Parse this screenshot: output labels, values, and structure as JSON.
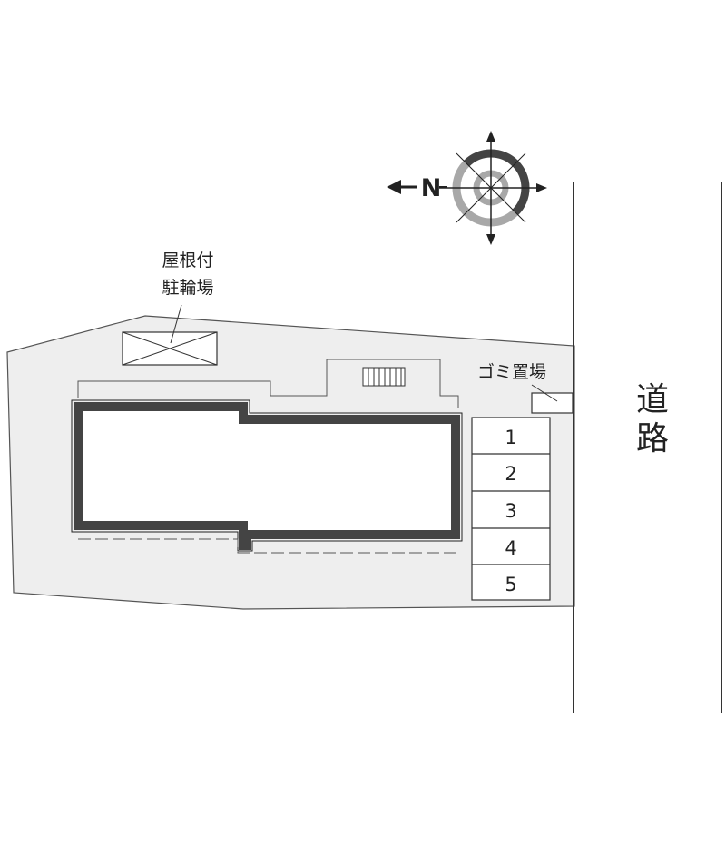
{
  "labels": {
    "roofed_bicycle_parking_line1": "屋根付",
    "roofed_bicycle_parking_line2": "駐輪場",
    "garbage_area": "ゴミ置場",
    "road_char1": "道",
    "road_char2": "路",
    "north_mark": "N"
  },
  "parking_spaces": [
    "1",
    "2",
    "3",
    "4",
    "5"
  ],
  "colors": {
    "lot": "#eeeeee",
    "building_outline": "#444444",
    "building_fill": "#ffffff",
    "line": "#333333",
    "compass_ring": "#a8a8a8"
  }
}
